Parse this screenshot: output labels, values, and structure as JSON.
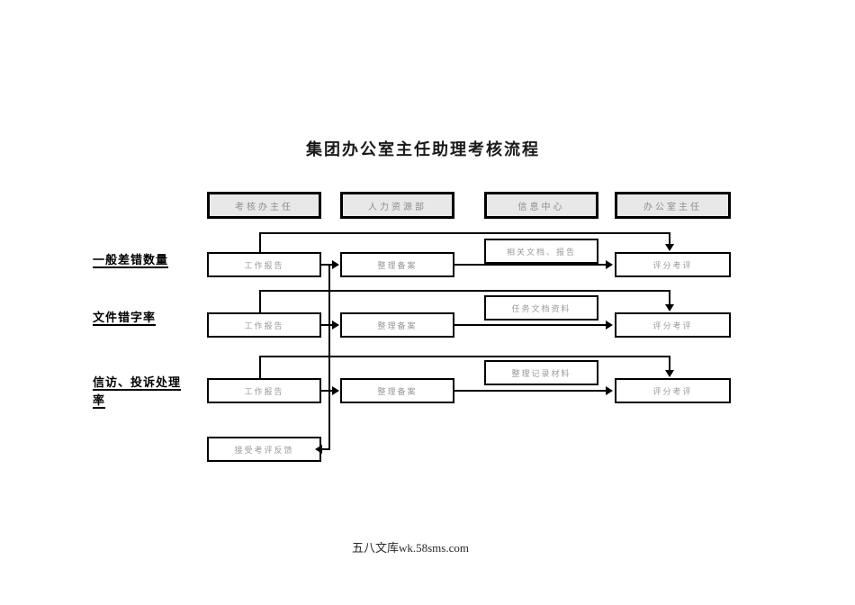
{
  "title": "集团办公室主任助理考核流程",
  "footer": "五八文库wk.58sms.com",
  "lanes": [
    {
      "label": "考核办主任"
    },
    {
      "label": "人力资源部"
    },
    {
      "label": "信息中心"
    },
    {
      "label": "办公室主任"
    }
  ],
  "rows": [
    {
      "label": "一般差错数量",
      "report": "工作报告",
      "organize": "整理备案",
      "docs": "相关文档、报告",
      "score": "评分考评"
    },
    {
      "label": "文件错字率",
      "report": "工作报告",
      "organize": "整理备案",
      "docs": "任务文档资料",
      "score": "评分考评"
    },
    {
      "label": "信访、投诉处理率",
      "report": "工作报告",
      "organize": "整理备案",
      "docs": "整理记录材料",
      "score": "评分考评"
    }
  ],
  "feedback": "接受考评反馈"
}
